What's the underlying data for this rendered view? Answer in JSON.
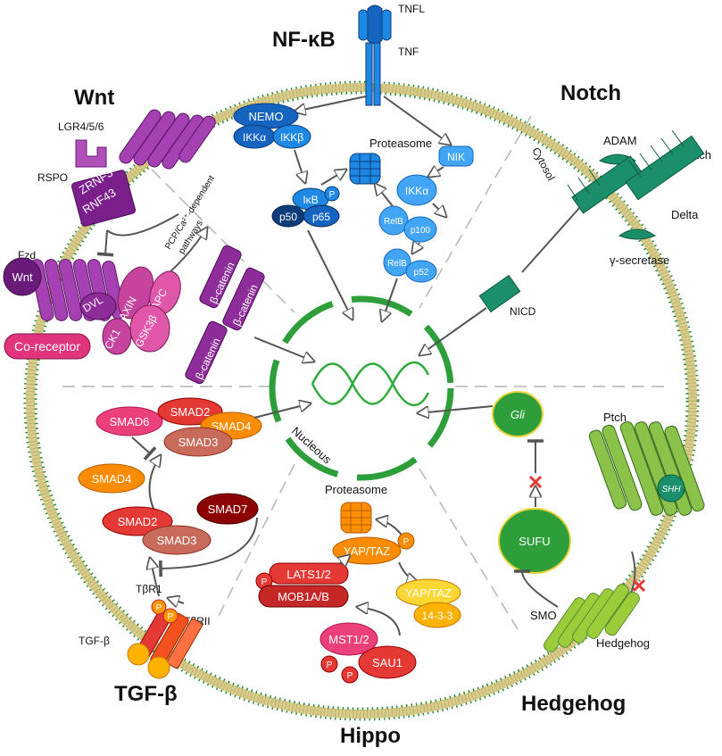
{
  "pathways": {
    "nfkb": "NF-κB",
    "wnt": "Wnt",
    "notch": "Notch",
    "tgfb": "TGF-β",
    "hedgehog": "Hedgehog",
    "hippo": "Hippo"
  },
  "nfkb": {
    "tnfl": "TNFL",
    "tnf": "TNF",
    "nemo": "NEMO",
    "ikka": "IKKα",
    "ikkb": "IKKβ",
    "proteasome": "Proteasome",
    "nik": "NIK",
    "ikka2": "IKKα",
    "ikb": "IκB",
    "p": "P",
    "p50": "p50",
    "p65": "p65",
    "relb1": "RelB",
    "p100": "p100",
    "relb2": "RelB",
    "p52": "p52"
  },
  "wnt": {
    "lgr": "LGR4/5/6",
    "rspo": "RSPO",
    "zrnf3": "ZRNF3",
    "rnf43": "RNF43",
    "pcp": "PCP/Ca²⁺-dependent",
    "pcp2": "pathways",
    "fzd": "Fzd",
    "wnt_ligand": "Wnt",
    "dvl": "DVL",
    "axin": "AXIN",
    "apc": "APC",
    "ck1": "CK1",
    "gsk": "GSK3β",
    "coreceptor": "Co-receptor",
    "bcat": "β-catenin"
  },
  "notch": {
    "cytosol": "Cytosol",
    "adam": "ADAM",
    "notch": "Notch",
    "delta": "Delta",
    "gsec": "γ-secretase",
    "nicd": "NICD"
  },
  "nucleus": {
    "label": "Nucleous"
  },
  "tgfb": {
    "smad6": "SMAD6",
    "smad2": "SMAD2",
    "smad4": "SMAD4",
    "smad3": "SMAD3",
    "smad7": "SMAD7",
    "tbr1": "TβR1",
    "tbr2": "TβRII",
    "ligand": "TGF-β",
    "p": "P"
  },
  "hippo": {
    "proteasome": "Proteasome",
    "yaptaz": "YAP/TAZ",
    "p": "P",
    "lats": "LATS1/2",
    "mob": "MOB1A/B",
    "yaptaz2": "YAP/TAZ",
    "p1433": "14-3-3",
    "mst": "MST1/2",
    "sau": "SAU1"
  },
  "hedgehog": {
    "gli": "Gli",
    "sufu": "SUFU",
    "ptch": "Ptch",
    "shh": "SHH",
    "smo": "SMO",
    "ligand": "Hedgehog"
  },
  "colors": {
    "membrane": "#d8cc8a",
    "membrane_dots": "#2e8b3a",
    "nfkb": "#1565c0",
    "wnt": "#8e2c9a",
    "notch": "#1b8f6a",
    "tgfb": "#e53935",
    "hippo": "#f57c00",
    "hedgehog": "#6aa121",
    "nucleus": "#2e9e3a"
  }
}
